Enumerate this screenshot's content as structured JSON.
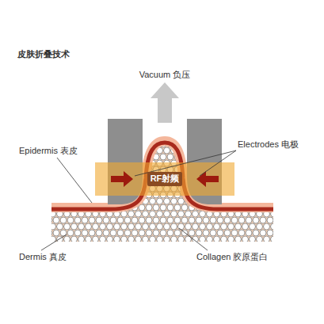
{
  "diagram": {
    "title": "皮肤折叠技术",
    "nodes": [
      {
        "text": [
          "RF射频"
        ]
      }
    ],
    "labels": [
      "Vacuum 负压",
      "Epidermis 表皮",
      "Electrodes 电极",
      "Dermis 真皮",
      "Collagen 胶原蛋白"
    ]
  }
}
